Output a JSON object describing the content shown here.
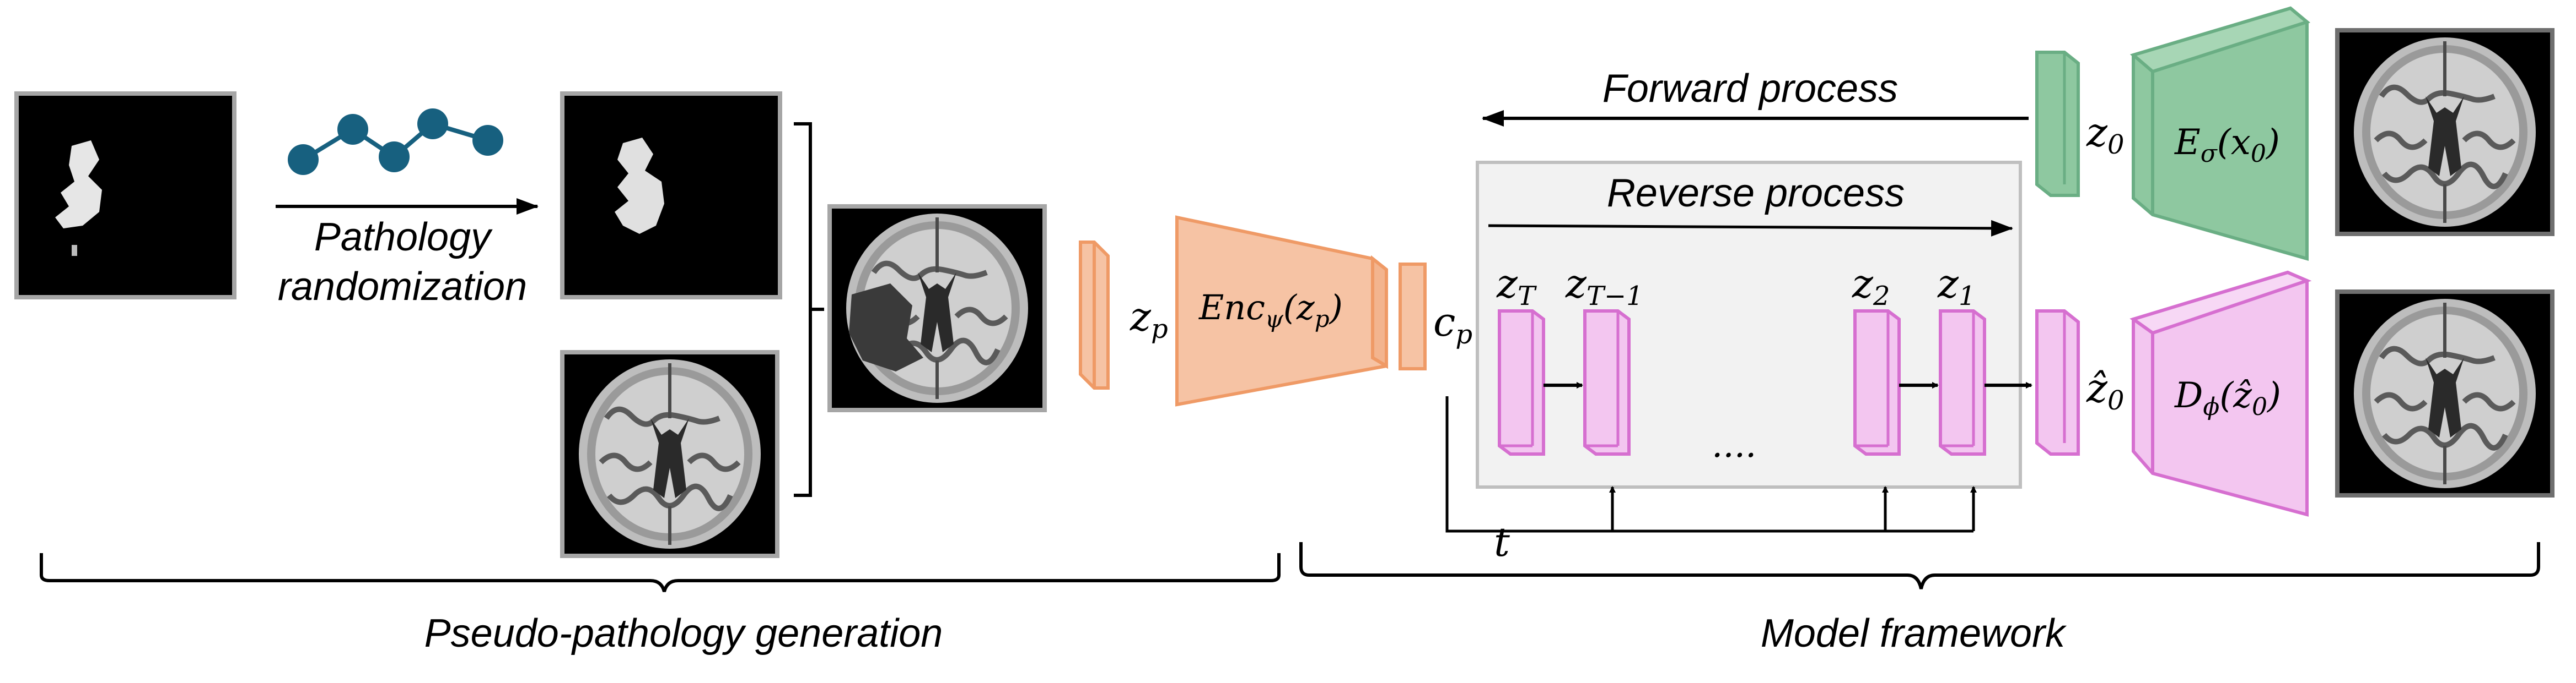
{
  "left_section": {
    "arrow_label_line1": "Pathology",
    "arrow_label_line2": "randomization",
    "encoder_input": "z",
    "encoder_input_sub": "p",
    "encoder_label": "Enc",
    "encoder_label_sub": "ψ",
    "encoder_label_arg": "(z",
    "encoder_label_arg_sub": "p",
    "encoder_label_close": ")",
    "encoder_output": "c",
    "encoder_output_sub": "p",
    "caption": "Pseudo-pathology generation"
  },
  "right_section": {
    "forward_label": "Forward process",
    "reverse_label": "Reverse process",
    "latents": [
      {
        "base": "z",
        "sub": "T"
      },
      {
        "base": "z",
        "sub": "T−1"
      },
      {
        "base": "z",
        "sub": "2"
      },
      {
        "base": "z",
        "sub": "1"
      }
    ],
    "ellipsis": "....",
    "time_label": "t",
    "z0_label": "z",
    "z0_sub": "0",
    "z0hat_label": "ẑ",
    "z0hat_sub": "0",
    "encoder_E": "E",
    "encoder_E_sub": "σ",
    "encoder_E_arg": "(x",
    "encoder_E_arg_sub": "0",
    "encoder_E_close": ")",
    "decoder_D": "D",
    "decoder_D_sub": "ϕ",
    "decoder_D_arg": "(ẑ",
    "decoder_D_arg_sub": "0",
    "decoder_D_close": ")",
    "caption": "Model framework"
  },
  "colors": {
    "orange_fill": "#f6c3a4",
    "orange_stroke": "#ef9a66",
    "pink_fill": "#f3c6f0",
    "pink_stroke": "#d66fd0",
    "green_fill": "#8ec8a0",
    "green_stroke": "#6aae84",
    "panel_fill": "#f2f2f2",
    "panel_stroke": "#bfbfbf",
    "image_border": "#a6a6a6"
  },
  "icons": [
    "brain-mri-image",
    "pathology-mask-image",
    "chain-network-icon"
  ]
}
